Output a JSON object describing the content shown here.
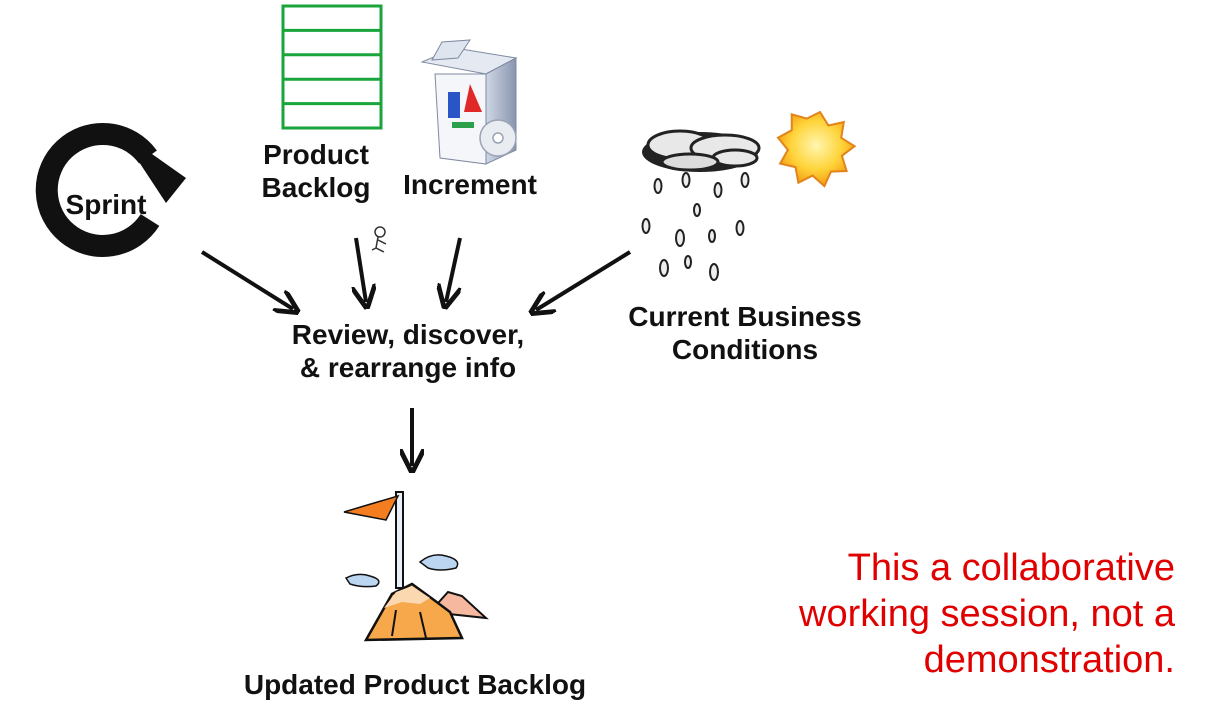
{
  "nodes": {
    "sprint": "Sprint",
    "product_backlog": [
      "Product",
      "Backlog"
    ],
    "increment": "Increment",
    "business_conditions": [
      "Current Business",
      "Conditions"
    ],
    "review": [
      "Review, discover,",
      "& rearrange info"
    ],
    "updated_backlog": "Updated Product Backlog"
  },
  "note": [
    "This a collaborative",
    "working session, not a",
    "demonstration."
  ],
  "icons": {
    "sprint": "circular-arrow-icon",
    "product_backlog": "stacked-rows-icon",
    "increment": "software-box-icon",
    "business_conditions": "rain-cloud-icon",
    "sun": "sun-icon",
    "updated_backlog": "mountain-flag-icon"
  },
  "colors": {
    "backlog_green": "#1aa53c",
    "note_red": "#e00000",
    "flag_orange": "#f47d20",
    "mountain_orange": "#f7a84a",
    "sun_yellow": "#f6b31c"
  }
}
